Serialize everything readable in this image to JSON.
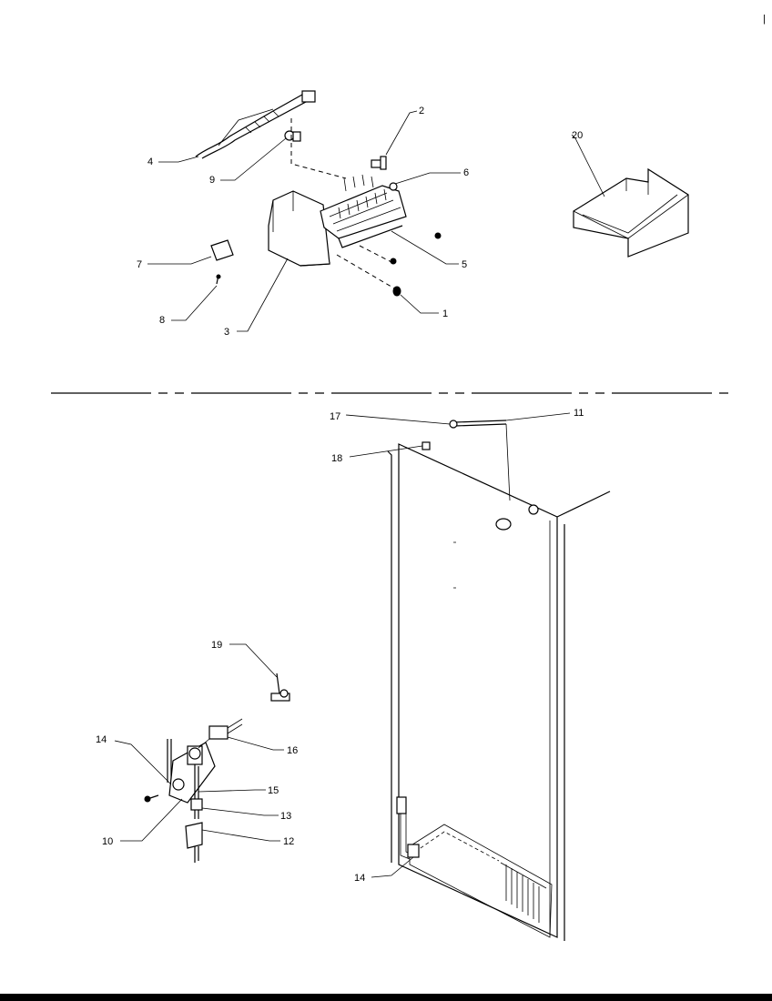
{
  "callouts": {
    "c1": "1",
    "c2": "2",
    "c3": "3",
    "c4": "4",
    "c5": "5",
    "c6": "6",
    "c7": "7",
    "c8": "8",
    "c9": "9",
    "c10": "10",
    "c11": "11",
    "c12": "12",
    "c13": "13",
    "c14a": "14",
    "c14b": "14",
    "c15": "15",
    "c16": "16",
    "c17": "17",
    "c18": "18",
    "c19": "19",
    "c20": "20"
  },
  "corner_mark": "|"
}
